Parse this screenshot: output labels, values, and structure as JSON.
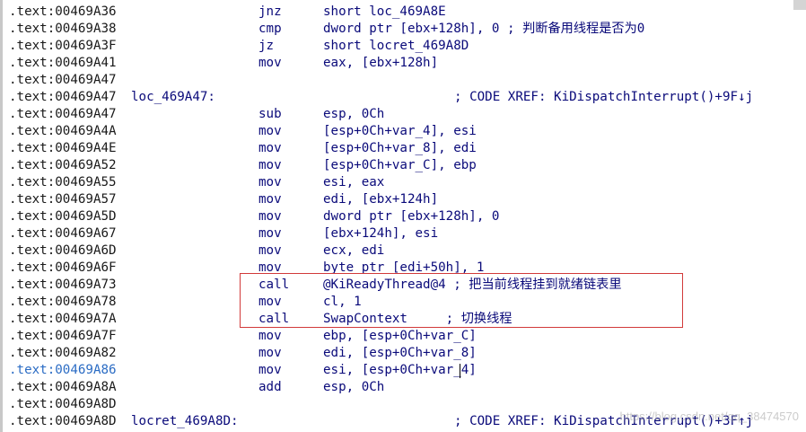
{
  "rows": [
    {
      "addr": ".text:00469A36",
      "label": "",
      "mnem": "jnz",
      "ops": "short loc_469A8E",
      "xref": ""
    },
    {
      "addr": ".text:00469A38",
      "label": "",
      "mnem": "cmp",
      "ops": "dword ptr [ebx+128h], 0 ; 判断备用线程是否为0",
      "xref": ""
    },
    {
      "addr": ".text:00469A3F",
      "label": "",
      "mnem": "jz",
      "ops": "short locret_469A8D",
      "xref": ""
    },
    {
      "addr": ".text:00469A41",
      "label": "",
      "mnem": "mov",
      "ops": "eax, [ebx+128h]",
      "xref": ""
    },
    {
      "addr": ".text:00469A47",
      "label": "",
      "mnem": "",
      "ops": "",
      "xref": ""
    },
    {
      "addr": ".text:00469A47",
      "label": "loc_469A47:",
      "mnem": "",
      "ops": "",
      "xref": "; CODE XREF: KiDispatchInterrupt()+9F↓j"
    },
    {
      "addr": ".text:00469A47",
      "label": "",
      "mnem": "sub",
      "ops": "esp, 0Ch",
      "xref": ""
    },
    {
      "addr": ".text:00469A4A",
      "label": "",
      "mnem": "mov",
      "ops": "[esp+0Ch+var_4], esi",
      "xref": ""
    },
    {
      "addr": ".text:00469A4E",
      "label": "",
      "mnem": "mov",
      "ops": "[esp+0Ch+var_8], edi",
      "xref": ""
    },
    {
      "addr": ".text:00469A52",
      "label": "",
      "mnem": "mov",
      "ops": "[esp+0Ch+var_C], ebp",
      "xref": ""
    },
    {
      "addr": ".text:00469A55",
      "label": "",
      "mnem": "mov",
      "ops": "esi, eax",
      "xref": ""
    },
    {
      "addr": ".text:00469A57",
      "label": "",
      "mnem": "mov",
      "ops": "edi, [ebx+124h]",
      "xref": ""
    },
    {
      "addr": ".text:00469A5D",
      "label": "",
      "mnem": "mov",
      "ops": "dword ptr [ebx+128h], 0",
      "xref": ""
    },
    {
      "addr": ".text:00469A67",
      "label": "",
      "mnem": "mov",
      "ops": "[ebx+124h], esi",
      "xref": ""
    },
    {
      "addr": ".text:00469A6D",
      "label": "",
      "mnem": "mov",
      "ops": "ecx, edi",
      "xref": ""
    },
    {
      "addr": ".text:00469A6F",
      "label": "",
      "mnem": "mov",
      "ops": "byte ptr [edi+50h], 1",
      "xref": ""
    },
    {
      "addr": ".text:00469A73",
      "label": "",
      "mnem": "call",
      "ops": "@KiReadyThread@4 ; 把当前线程挂到就绪链表里",
      "xref": ""
    },
    {
      "addr": ".text:00469A78",
      "label": "",
      "mnem": "mov",
      "ops": "cl, 1",
      "xref": ""
    },
    {
      "addr": ".text:00469A7A",
      "label": "",
      "mnem": "call",
      "ops": "SwapContext     ; 切换线程",
      "xref": ""
    },
    {
      "addr": ".text:00469A7F",
      "label": "",
      "mnem": "mov",
      "ops": "ebp, [esp+0Ch+var_C]",
      "xref": ""
    },
    {
      "addr": ".text:00469A82",
      "label": "",
      "mnem": "mov",
      "ops": "edi, [esp+0Ch+var_8]",
      "xref": ""
    },
    {
      "addr": ".text:00469A86",
      "label": "",
      "mnem": "mov",
      "ops": "esi, [esp+0Ch+var_4]",
      "xref": "",
      "selected": true
    },
    {
      "addr": ".text:00469A8A",
      "label": "",
      "mnem": "add",
      "ops": "esp, 0Ch",
      "xref": ""
    },
    {
      "addr": ".text:00469A8D",
      "label": "",
      "mnem": "",
      "ops": "",
      "xref": ""
    },
    {
      "addr": ".text:00469A8D",
      "label": "locret_469A8D:",
      "mnem": "",
      "ops": "",
      "xref": "; CODE XREF: KiDispatchInterrupt()+3F↑j"
    }
  ],
  "watermark": "https://blog.csdn.net/qq_38474570",
  "colors": {
    "instruction": "#0a0a7a",
    "address": "#1a1a1a",
    "selected_address": "#2b6cc4",
    "highlight_border": "#d23a3a"
  }
}
